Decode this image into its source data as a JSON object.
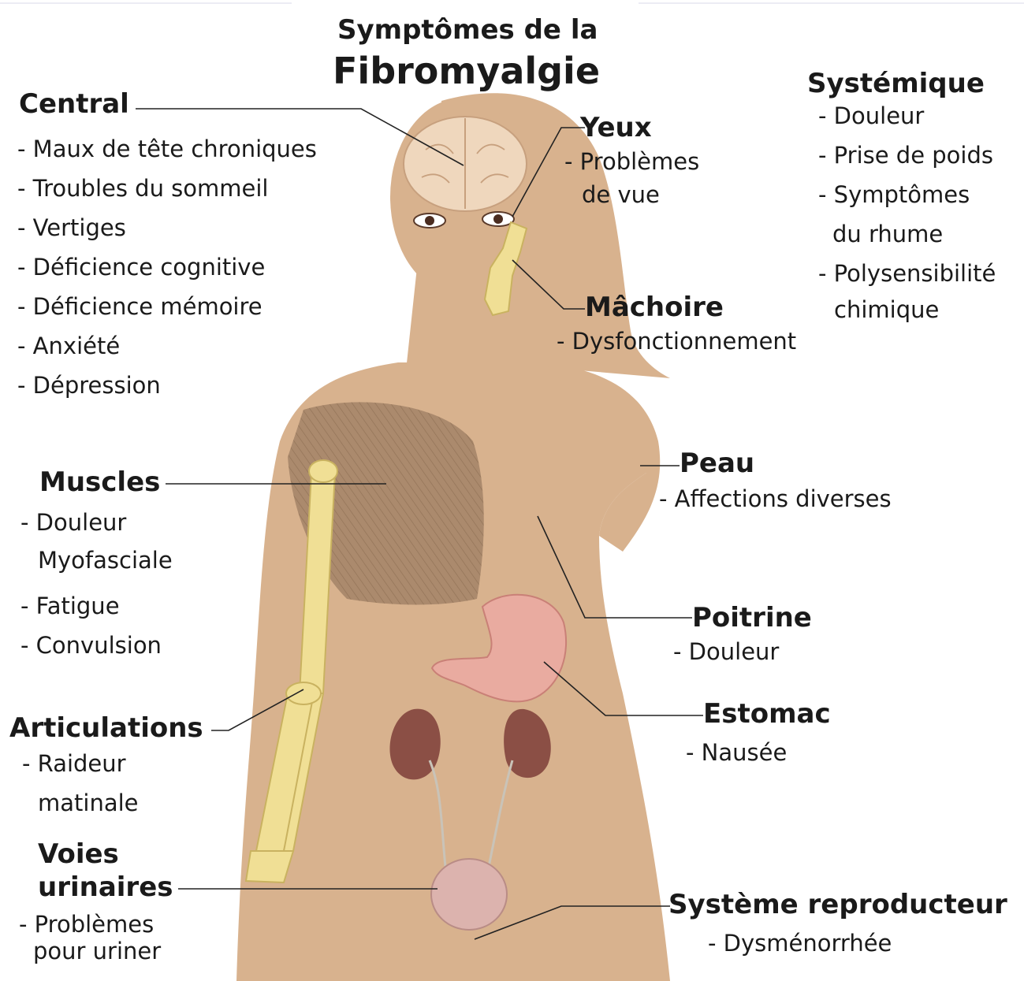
{
  "title": {
    "line1": "Symptômes de la",
    "line2": "Fibromyalgie"
  },
  "colors": {
    "skin": "#d8b28e",
    "text": "#1a1a1a",
    "muscle": "#a9886b",
    "bone": "#f0df95",
    "stomach": "#e9aba0",
    "kidney": "#8b4f45",
    "bladder": "#dcb3ae",
    "brain": "#efd7bd"
  },
  "groups": {
    "central": {
      "heading": "Central",
      "items": [
        "- Maux de tête chroniques",
        "- Troubles du sommeil",
        "- Vertiges",
        "- Déficience cognitive",
        "- Déficience mémoire",
        "- Anxiété",
        "- Dépression"
      ]
    },
    "eyes": {
      "heading": "Yeux",
      "items": [
        "- Problèmes",
        "de vue"
      ]
    },
    "systemic": {
      "heading": "Systémique",
      "items": [
        "- Douleur",
        "- Prise de poids",
        "- Symptômes",
        "du rhume",
        "- Polysensibilité",
        "chimique"
      ]
    },
    "jaw": {
      "heading": "Mâchoire",
      "items": [
        "- Dysfonctionnement"
      ]
    },
    "muscles": {
      "heading": "Muscles",
      "items": [
        "- Douleur",
        "Myofasciale",
        "- Fatigue",
        "- Convulsion"
      ]
    },
    "skin": {
      "heading": "Peau",
      "items": [
        "- Affections diverses"
      ]
    },
    "chest": {
      "heading": "Poitrine",
      "items": [
        "- Douleur"
      ]
    },
    "stomach": {
      "heading": "Estomac",
      "items": [
        "- Nausée"
      ]
    },
    "joints": {
      "heading": "Articulations",
      "items": [
        "- Raideur",
        "matinale"
      ]
    },
    "urinary": {
      "heading_line1": "Voies",
      "heading_line2": "urinaires",
      "items": [
        "- Problèmes",
        "pour uriner"
      ]
    },
    "reproductive": {
      "heading": "Système reproducteur",
      "items": [
        "- Dysménorrhée"
      ]
    }
  }
}
